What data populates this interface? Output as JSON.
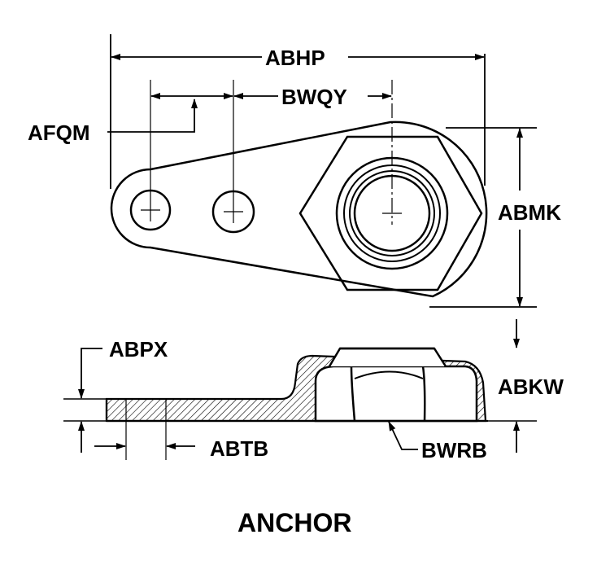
{
  "title": "ANCHOR",
  "labels": {
    "abhp": "ABHP",
    "bwqy": "BWQY",
    "afqm": "AFQM",
    "abmk": "ABMK",
    "abpx": "ABPX",
    "abkw": "ABKW",
    "abtb": "ABTB",
    "bwrb": "BWRB"
  }
}
